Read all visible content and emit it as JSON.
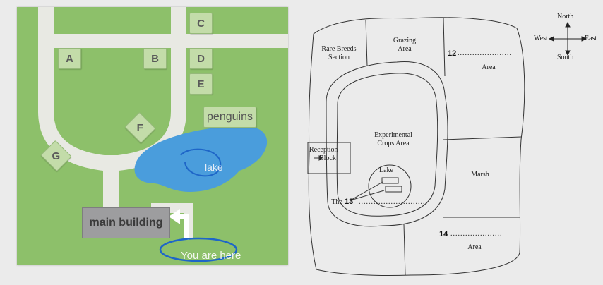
{
  "left_map": {
    "zones": [
      "A",
      "B",
      "C",
      "D",
      "E",
      "F",
      "G"
    ],
    "penguins": "penguins",
    "lake": "lake",
    "main_building": "main building",
    "you_are_here": "You are here"
  },
  "right_map": {
    "areas": {
      "rare_breeds_1": "Rare Breeds",
      "rare_breeds_2": "Section",
      "grazing_1": "Grazing",
      "grazing_2": "Area",
      "area_12": "Area",
      "experimental_1": "Experimental",
      "experimental_2": "Crops Area",
      "reception_1": "Reception",
      "reception_2": "Block",
      "lake": "Lake",
      "marsh": "Marsh",
      "area_14": "Area"
    },
    "q12": "12",
    "q13_prefix": "The",
    "q13": "13",
    "q14": "14",
    "dots_12": "......................",
    "dots_13": "............................",
    "dots_14": "....................."
  },
  "compass": {
    "north": "North",
    "south": "South",
    "east": "East",
    "west": "West"
  },
  "colors": {
    "grass": "#8dc06a",
    "path": "#e8e9e3",
    "lake": "#4a9ddc",
    "building": "#9d9d9f",
    "annotation": "#1e66c8"
  }
}
